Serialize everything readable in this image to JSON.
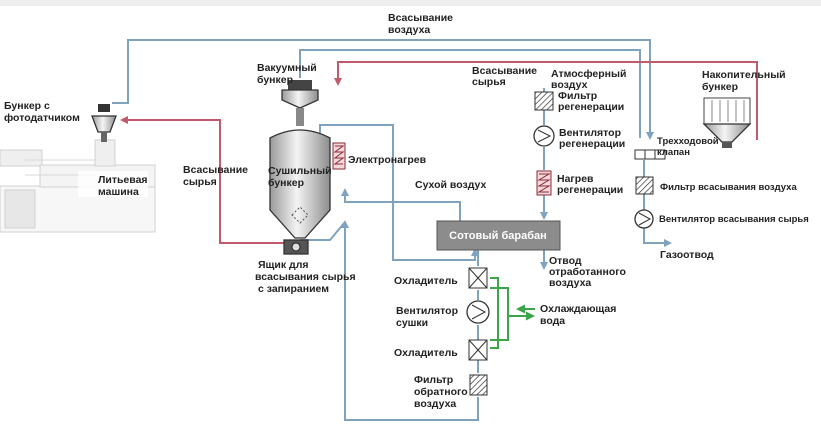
{
  "labels": {
    "air_suction": [
      "Всасывание",
      "воздуха"
    ],
    "vacuum_hopper": [
      "Вакуумный",
      "бункер"
    ],
    "material_suction_top": [
      "Всасывание",
      "сырья"
    ],
    "atmospheric_air": [
      "Атмосферный",
      "воздух"
    ],
    "storage_hopper": [
      "Накопительный",
      "бункер"
    ],
    "photo_hopper": [
      "Бункер с",
      "фотодатчиком"
    ],
    "injection_machine": [
      "Литьевая",
      "машина"
    ],
    "material_suction_left": [
      "Всасывание",
      "сырья"
    ],
    "regen_filter": [
      "Фильтр",
      "регенерации"
    ],
    "regen_fan": [
      "Вентилятор",
      "регенерации"
    ],
    "three_way_valve": [
      "Трехходовой",
      "клапан"
    ],
    "electric_heating": "Электронагрев",
    "drying_hopper": [
      "Сушильный",
      "бункер"
    ],
    "regen_heating": [
      "Нагрев",
      "регенерации"
    ],
    "air_suction_filter": "Фильтр всасывания воздуха",
    "dry_air": "Сухой воздух",
    "material_suction_fan": "Вентилятор всасывания сырья",
    "honeycomb_drum": "Сотовый барабан",
    "exhaust": "Газоотвод",
    "suction_box": [
      "Ящик для",
      "всасывания сырья",
      "с запиранием"
    ],
    "spent_air_outlet": [
      "Отвод",
      "отработанного",
      "воздуха"
    ],
    "cooler_top": "Охладитель",
    "cooling_water": [
      "Охлаждающая",
      "вода"
    ],
    "drying_fan": [
      "Вентилятор",
      "сушки"
    ],
    "cooler_bottom": "Охладитель",
    "return_air_filter": [
      "Фильтр",
      "обратного",
      "воздуха"
    ]
  },
  "colors": {
    "air_line": "#7fa3bf",
    "material_line": "#c05a6c",
    "water_line": "#3ca449",
    "drum_fill": "#8c8c8c"
  }
}
